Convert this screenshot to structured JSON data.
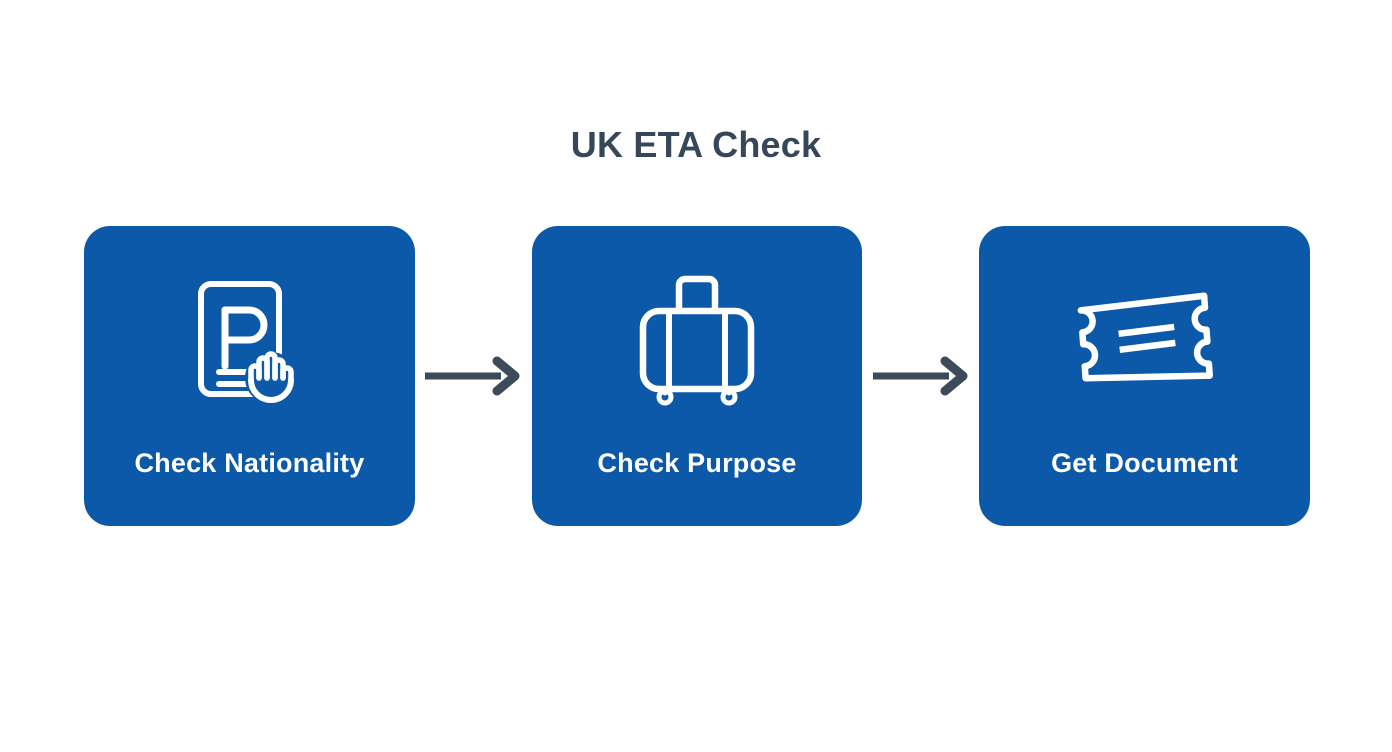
{
  "diagram": {
    "title": "UK ETA Check",
    "type": "process-flow",
    "orientation": "horizontal",
    "background_color": "#ffffff",
    "title_color": "#37475a",
    "card_color": "#0b59a8",
    "card_text_color": "#ffffff",
    "arrow_color": "#3d4a5c",
    "steps": [
      {
        "index": 1,
        "label": "Check Nationality",
        "icon": "passport-hand-icon"
      },
      {
        "index": 2,
        "label": "Check Purpose",
        "icon": "suitcase-icon"
      },
      {
        "index": 3,
        "label": "Get Document",
        "icon": "ticket-icon"
      }
    ],
    "connectors": [
      {
        "index": 1,
        "from": "Check Nationality",
        "to": "Check Purpose",
        "icon": "arrow-right-icon"
      },
      {
        "index": 2,
        "from": "Check Purpose",
        "to": "Get Document",
        "icon": "arrow-right-icon"
      }
    ]
  }
}
